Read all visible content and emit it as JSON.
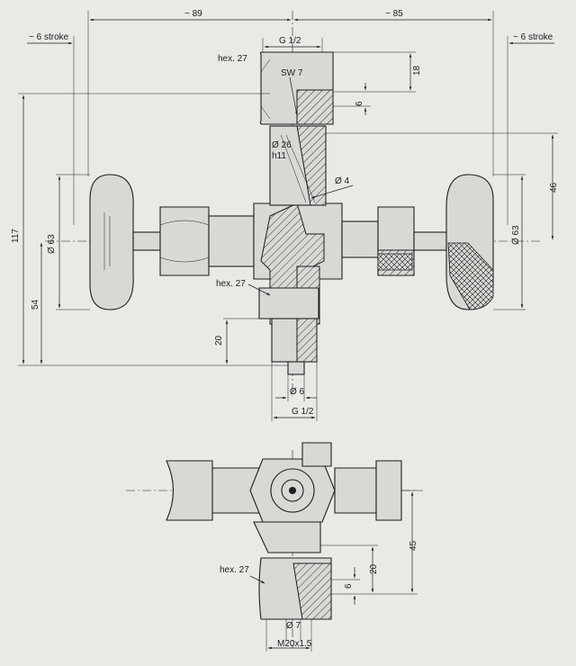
{
  "top_view": {
    "dims": {
      "width_left": "~ 89",
      "width_right": "~ 85",
      "stroke_left": "~ 6  stroke",
      "stroke_right": "~ 6  stroke",
      "thread_top": "G 1/2",
      "hex_top": "hex. 27",
      "sw": "SW 7",
      "h18": "18",
      "h6": "6",
      "dia26": "Ø 26",
      "h11": "h11",
      "dia4": "Ø 4",
      "h46": "46",
      "h117": "117",
      "dia63_left": "Ø 63",
      "dia63_right": "Ø 63",
      "h54": "54",
      "hex_mid": "hex. 27",
      "h20": "20",
      "dia6": "Ø 6",
      "thread_bottom": "G 1/2"
    }
  },
  "bottom_view": {
    "dims": {
      "h45": "45",
      "h20": "20",
      "h6": "6",
      "hex": "hex. 27",
      "dia7": "Ø 7",
      "thread": "M20x1.5"
    }
  }
}
